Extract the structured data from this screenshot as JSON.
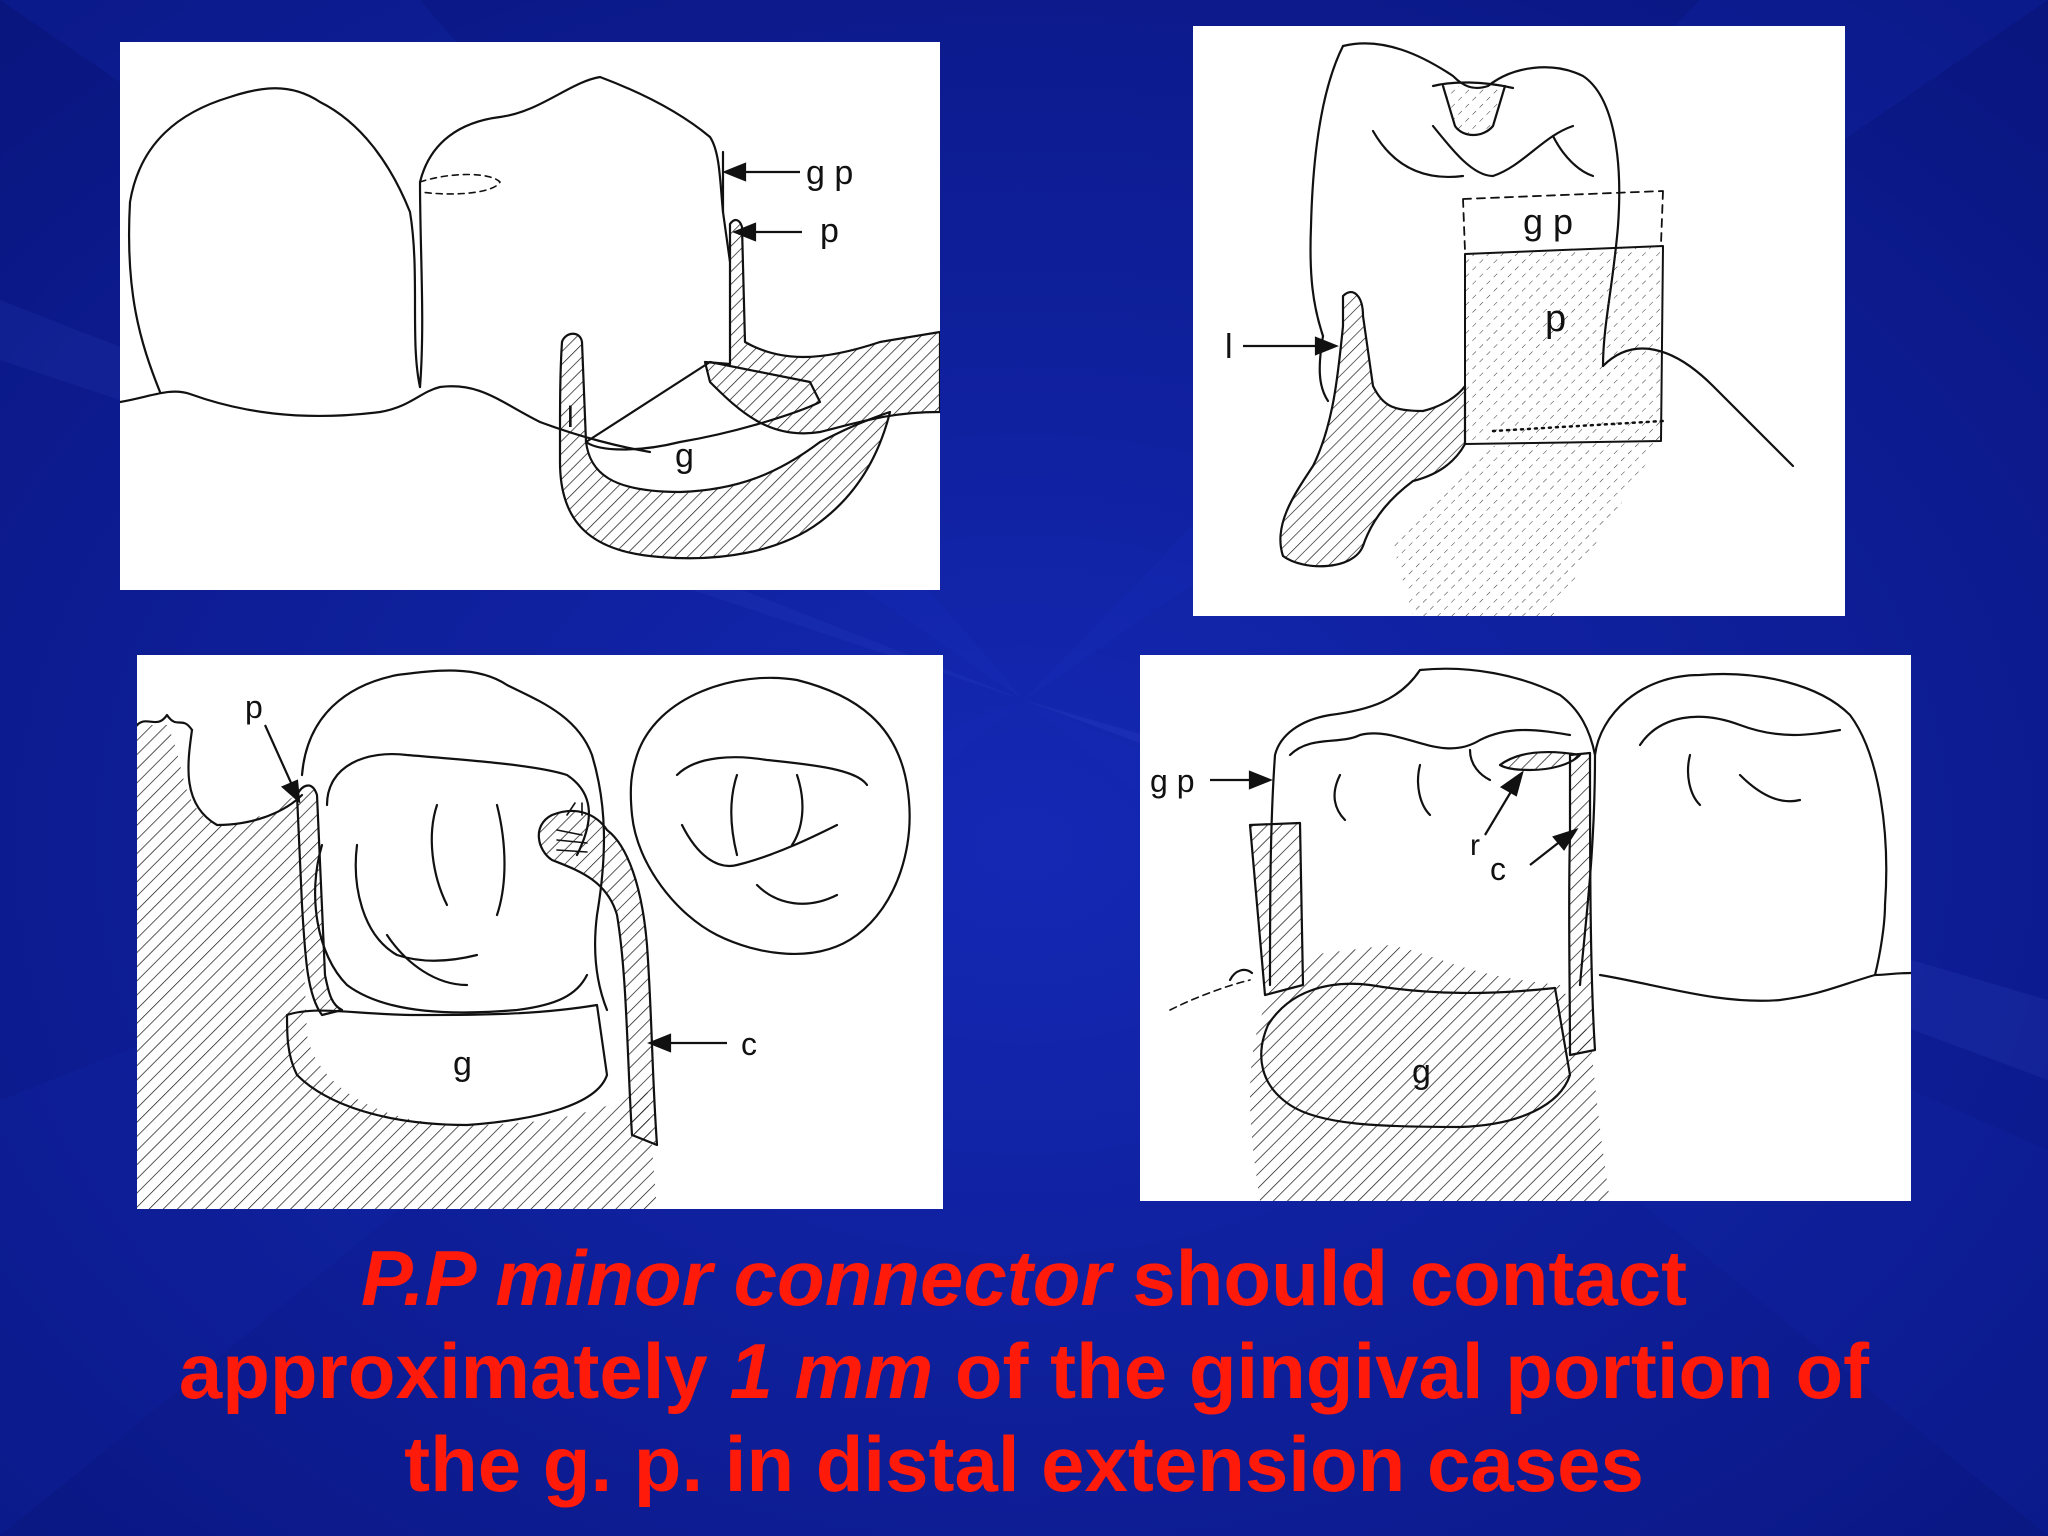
{
  "colors": {
    "background": "#0b1a8c",
    "caption": "#ff1a0a",
    "panel": "#ffffff",
    "ink": "#111111"
  },
  "panels": [
    {
      "name": "top-left",
      "labels": {
        "gp": "g p",
        "p": "p",
        "l": "l",
        "g": "g"
      }
    },
    {
      "name": "top-right",
      "labels": {
        "gp": "g p",
        "p": "p",
        "l": "l"
      }
    },
    {
      "name": "bottom-left",
      "labels": {
        "p": "p",
        "g": "g",
        "c": "c"
      }
    },
    {
      "name": "bottom-right",
      "labels": {
        "gp": "g p",
        "r": "r",
        "c": "c",
        "g": "g"
      }
    }
  ],
  "caption": {
    "part1_italic": "P.P minor connector",
    "part2": " should contact",
    "part3": "approximately ",
    "part4_italic": "1 mm",
    "part5": " of the gingival portion of",
    "part6": "the g. p. in distal extension cases"
  }
}
